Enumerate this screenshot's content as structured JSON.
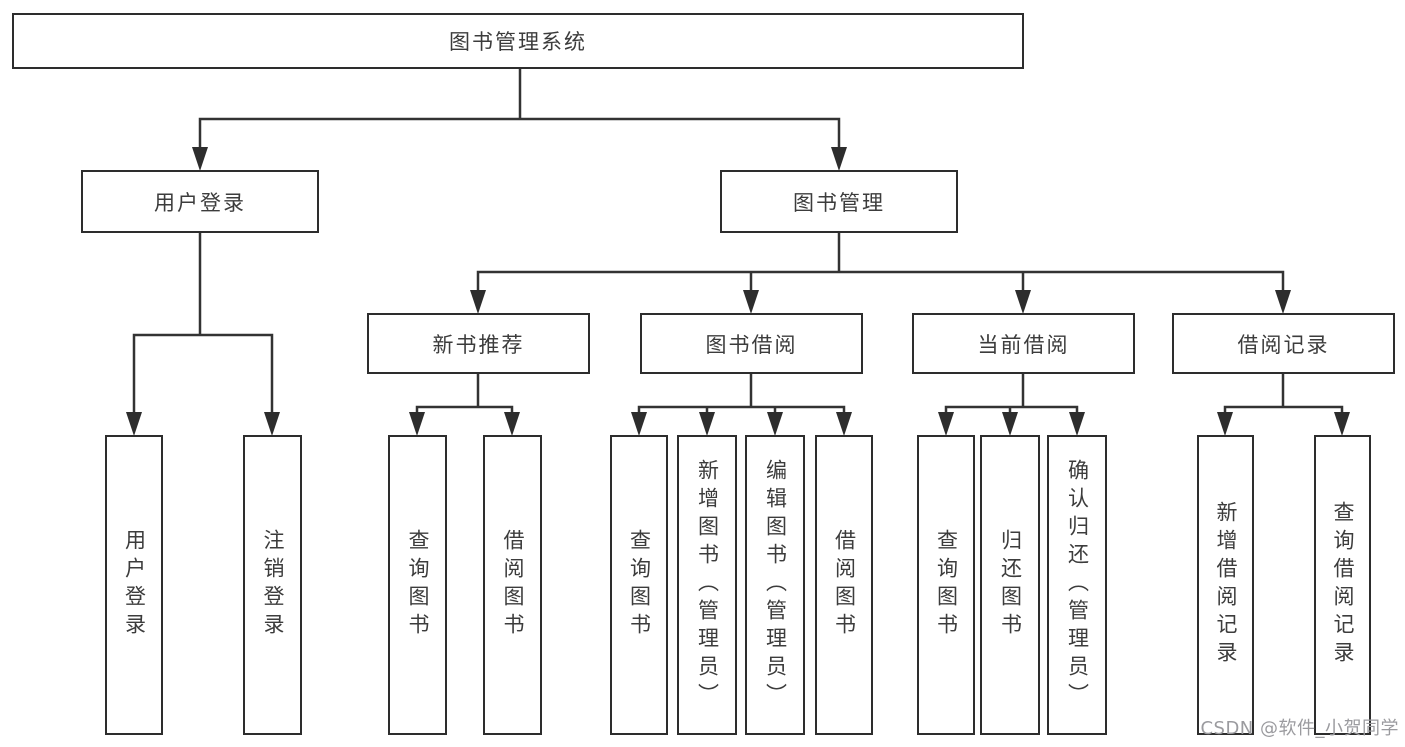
{
  "diagram": {
    "type": "tree",
    "root": {
      "label": "图书管理系统",
      "children": [
        {
          "label": "用户登录",
          "children": [
            {
              "label": "用户登录"
            },
            {
              "label": "注销登录"
            }
          ]
        },
        {
          "label": "图书管理",
          "children": [
            {
              "label": "新书推荐",
              "children": [
                {
                  "label": "查询图书"
                },
                {
                  "label": "借阅图书"
                }
              ]
            },
            {
              "label": "图书借阅",
              "children": [
                {
                  "label": "查询图书"
                },
                {
                  "label": "新增图书（管理员）"
                },
                {
                  "label": "编辑图书（管理员）"
                },
                {
                  "label": "借阅图书"
                }
              ]
            },
            {
              "label": "当前借阅",
              "children": [
                {
                  "label": "查询图书"
                },
                {
                  "label": "归还图书"
                },
                {
                  "label": "确认归还（管理员）"
                }
              ]
            },
            {
              "label": "借阅记录",
              "children": [
                {
                  "label": "新增借阅记录"
                },
                {
                  "label": "查询借阅记录"
                }
              ]
            }
          ]
        }
      ]
    }
  },
  "watermark": {
    "text": "CSDN @软件_小贺同学"
  },
  "colors": {
    "line": "#333333",
    "box_border": "#2d2d2d",
    "box_fill": "#ffffff",
    "text": "#3c3c3c",
    "watermark": "#9b9b9f"
  }
}
